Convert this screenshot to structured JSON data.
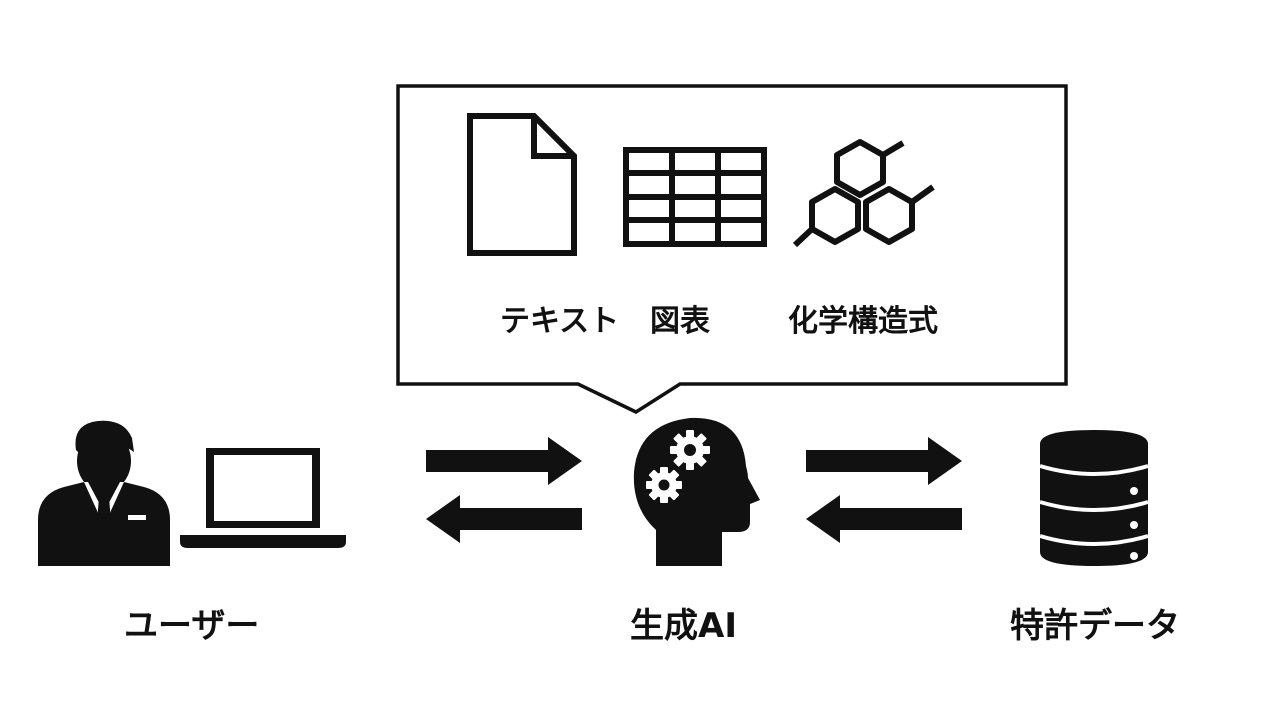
{
  "bubble": {
    "items": [
      {
        "label": "テキスト",
        "icon": "document-icon"
      },
      {
        "label": "図表",
        "icon": "table-icon"
      },
      {
        "label": "化学構造式",
        "icon": "chemical-structure-icon"
      }
    ]
  },
  "nodes": {
    "user": {
      "label": "ユーザー",
      "icons": [
        "businessman-icon",
        "laptop-icon"
      ]
    },
    "ai": {
      "label": "生成AI",
      "icon": "brain-gears-head-icon"
    },
    "data": {
      "label": "特許データ",
      "icon": "database-icon"
    }
  },
  "colors": {
    "ink": "#111111",
    "background": "#ffffff"
  }
}
